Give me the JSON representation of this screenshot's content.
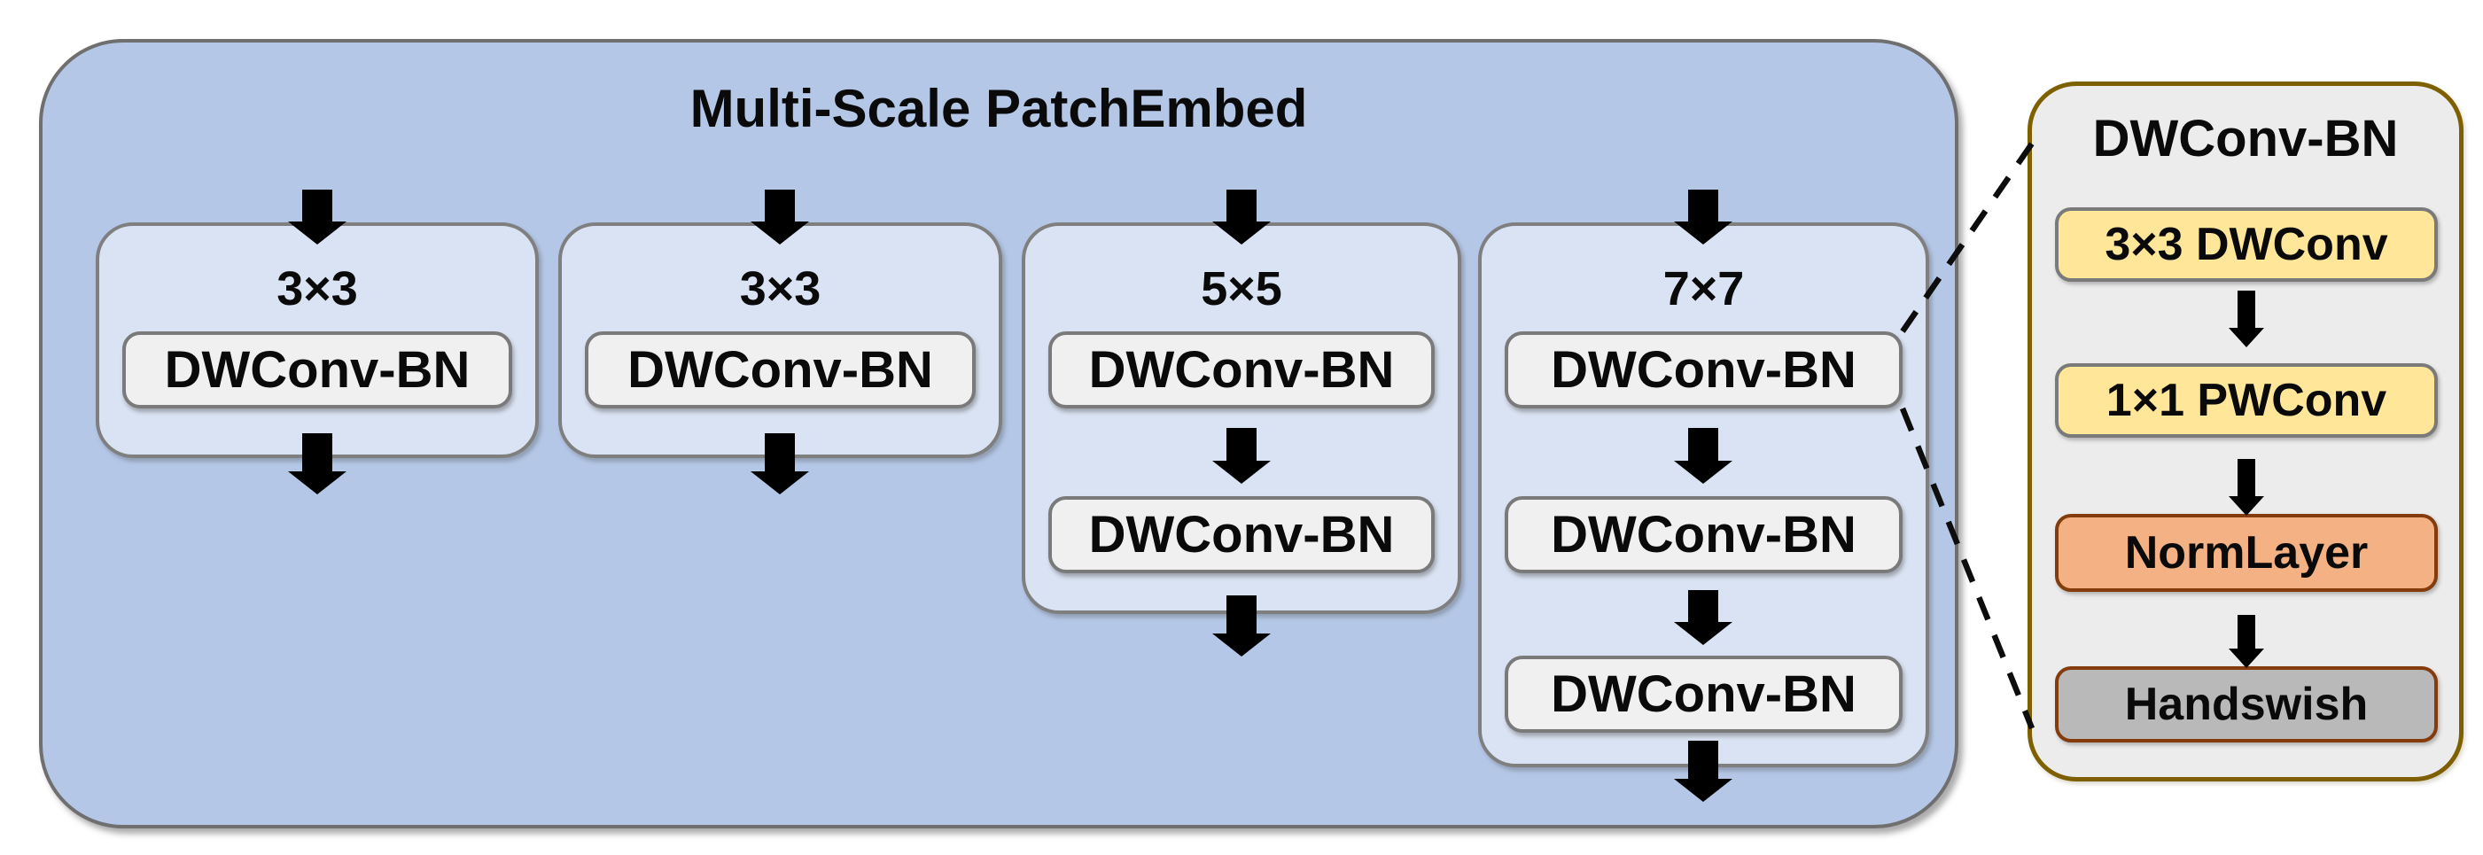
{
  "diagram": {
    "main": {
      "title": "Multi-Scale PatchEmbed",
      "branches": [
        {
          "label": "3×3",
          "blocks": [
            "DWConv-BN"
          ]
        },
        {
          "label": "3×3",
          "blocks": [
            "DWConv-BN"
          ]
        },
        {
          "label": "5×5",
          "blocks": [
            "DWConv-BN",
            "DWConv-BN"
          ]
        },
        {
          "label": "7×7",
          "blocks": [
            "DWConv-BN",
            "DWConv-BN",
            "DWConv-BN"
          ]
        }
      ]
    },
    "detail": {
      "title": "DWConv-BN",
      "blocks": [
        {
          "label": "3×3 DWConv",
          "type": "conv"
        },
        {
          "label": "1×1 PWConv",
          "type": "conv"
        },
        {
          "label": "NormLayer",
          "type": "norm"
        },
        {
          "label": "Handswish",
          "type": "activation"
        }
      ]
    },
    "connector": {
      "style": "dashed",
      "from": "branch-7x7-block-1",
      "to": "detail-panel"
    },
    "icons": {
      "flow": "arrow-down-icon"
    },
    "colors": {
      "container-fill": "#b4c7e7",
      "container-border": "#6f6f6f",
      "branch-fill": "#dae3f3",
      "branch-border": "#7f7f7f",
      "block-fill": "#f0f0f0",
      "block-border": "#7a7a7a",
      "panel-fill": "#ececec",
      "panel-border": "#7f6000",
      "conv-fill": "#ffe699",
      "norm-fill": "#f4b183",
      "activation-fill": "#b9b9b9",
      "warm-border": "#843c0c",
      "arrow-color": "#000000"
    }
  }
}
